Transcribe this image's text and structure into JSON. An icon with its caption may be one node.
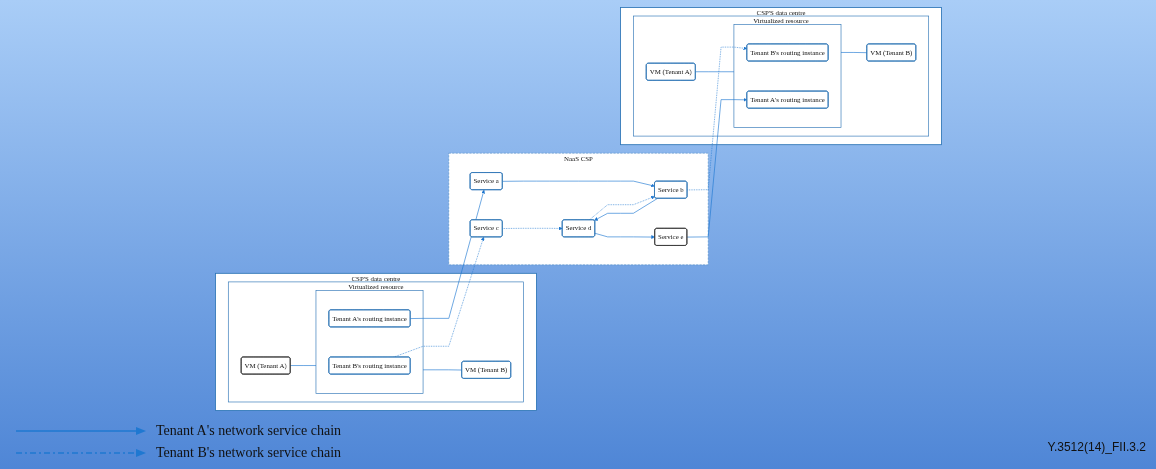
{
  "diagram": {
    "nodes": [
      {
        "text": [
          "CSP'S data centre"
        ]
      },
      {
        "text": [
          "Virtualized resource"
        ],
        "in": 0
      },
      {
        "text": [
          "VM (Tenant A)"
        ],
        "in": 1
      },
      {
        "text": [],
        "shape": "box",
        "in": 1
      },
      {
        "text": [
          "Tenant A's routing instance"
        ],
        "in": 3
      },
      {
        "text": [
          "Tenant B's routing instance"
        ],
        "in": 3
      },
      {
        "text": [
          "VM (Tenant B)"
        ],
        "in": 1
      },
      {
        "text": [
          "NaaS CSP"
        ]
      },
      {
        "text": [
          "Service a"
        ],
        "in": 7
      },
      {
        "text": [
          "Service b"
        ],
        "in": 7
      },
      {
        "text": [
          "Service c"
        ],
        "in": 7
      },
      {
        "text": [
          "Service d"
        ],
        "in": 7
      },
      {
        "text": [
          "Service e"
        ],
        "in": 7
      },
      {
        "text": [
          "CSP'S data centre"
        ]
      },
      {
        "text": [
          "Virtualized resource"
        ],
        "in": 13
      },
      {
        "text": [
          "VM (Tenant A)"
        ],
        "in": 14
      },
      {
        "text": [],
        "shape": "box",
        "in": 14
      },
      {
        "text": [
          "Tenant A's routing instance"
        ],
        "in": 16
      },
      {
        "text": [
          "Tenant B's routing instance"
        ],
        "in": 16
      },
      {
        "text": [
          "VM (Tenant B)"
        ],
        "in": 14
      }
    ],
    "edges": [
      {
        "from": 2,
        "to": 3,
        "arrow": "none"
      },
      {
        "from": 3,
        "to": 6,
        "arrow": "none"
      },
      {
        "from": 4,
        "to": 8,
        "arrow": "to"
      },
      {
        "from": 8,
        "to": 9,
        "arrow": "to"
      },
      {
        "from": 9,
        "to": 11,
        "arrow": "to"
      },
      {
        "from": 11,
        "to": 9,
        "arrow": "to",
        "style": "dashed"
      },
      {
        "from": 11,
        "to": 12,
        "arrow": "to"
      },
      {
        "from": 12,
        "to": 17,
        "arrow": "to"
      },
      {
        "from": 5,
        "to": 10,
        "arrow": "to",
        "style": "dashed"
      },
      {
        "from": 10,
        "to": 11,
        "arrow": "to",
        "style": "dashed"
      },
      {
        "from": 9,
        "to": 18,
        "arrow": "to",
        "style": "dashed"
      },
      {
        "from": 15,
        "to": 16,
        "arrow": "none"
      },
      {
        "from": 16,
        "to": 19,
        "arrow": "none"
      }
    ],
    "labels": [
      "Y.3512(14)_FII.3.2"
    ],
    "legend": [
      {
        "text": "Tenant A's network service chain"
      },
      {
        "text": "Tenant B's network service chain"
      }
    ]
  }
}
